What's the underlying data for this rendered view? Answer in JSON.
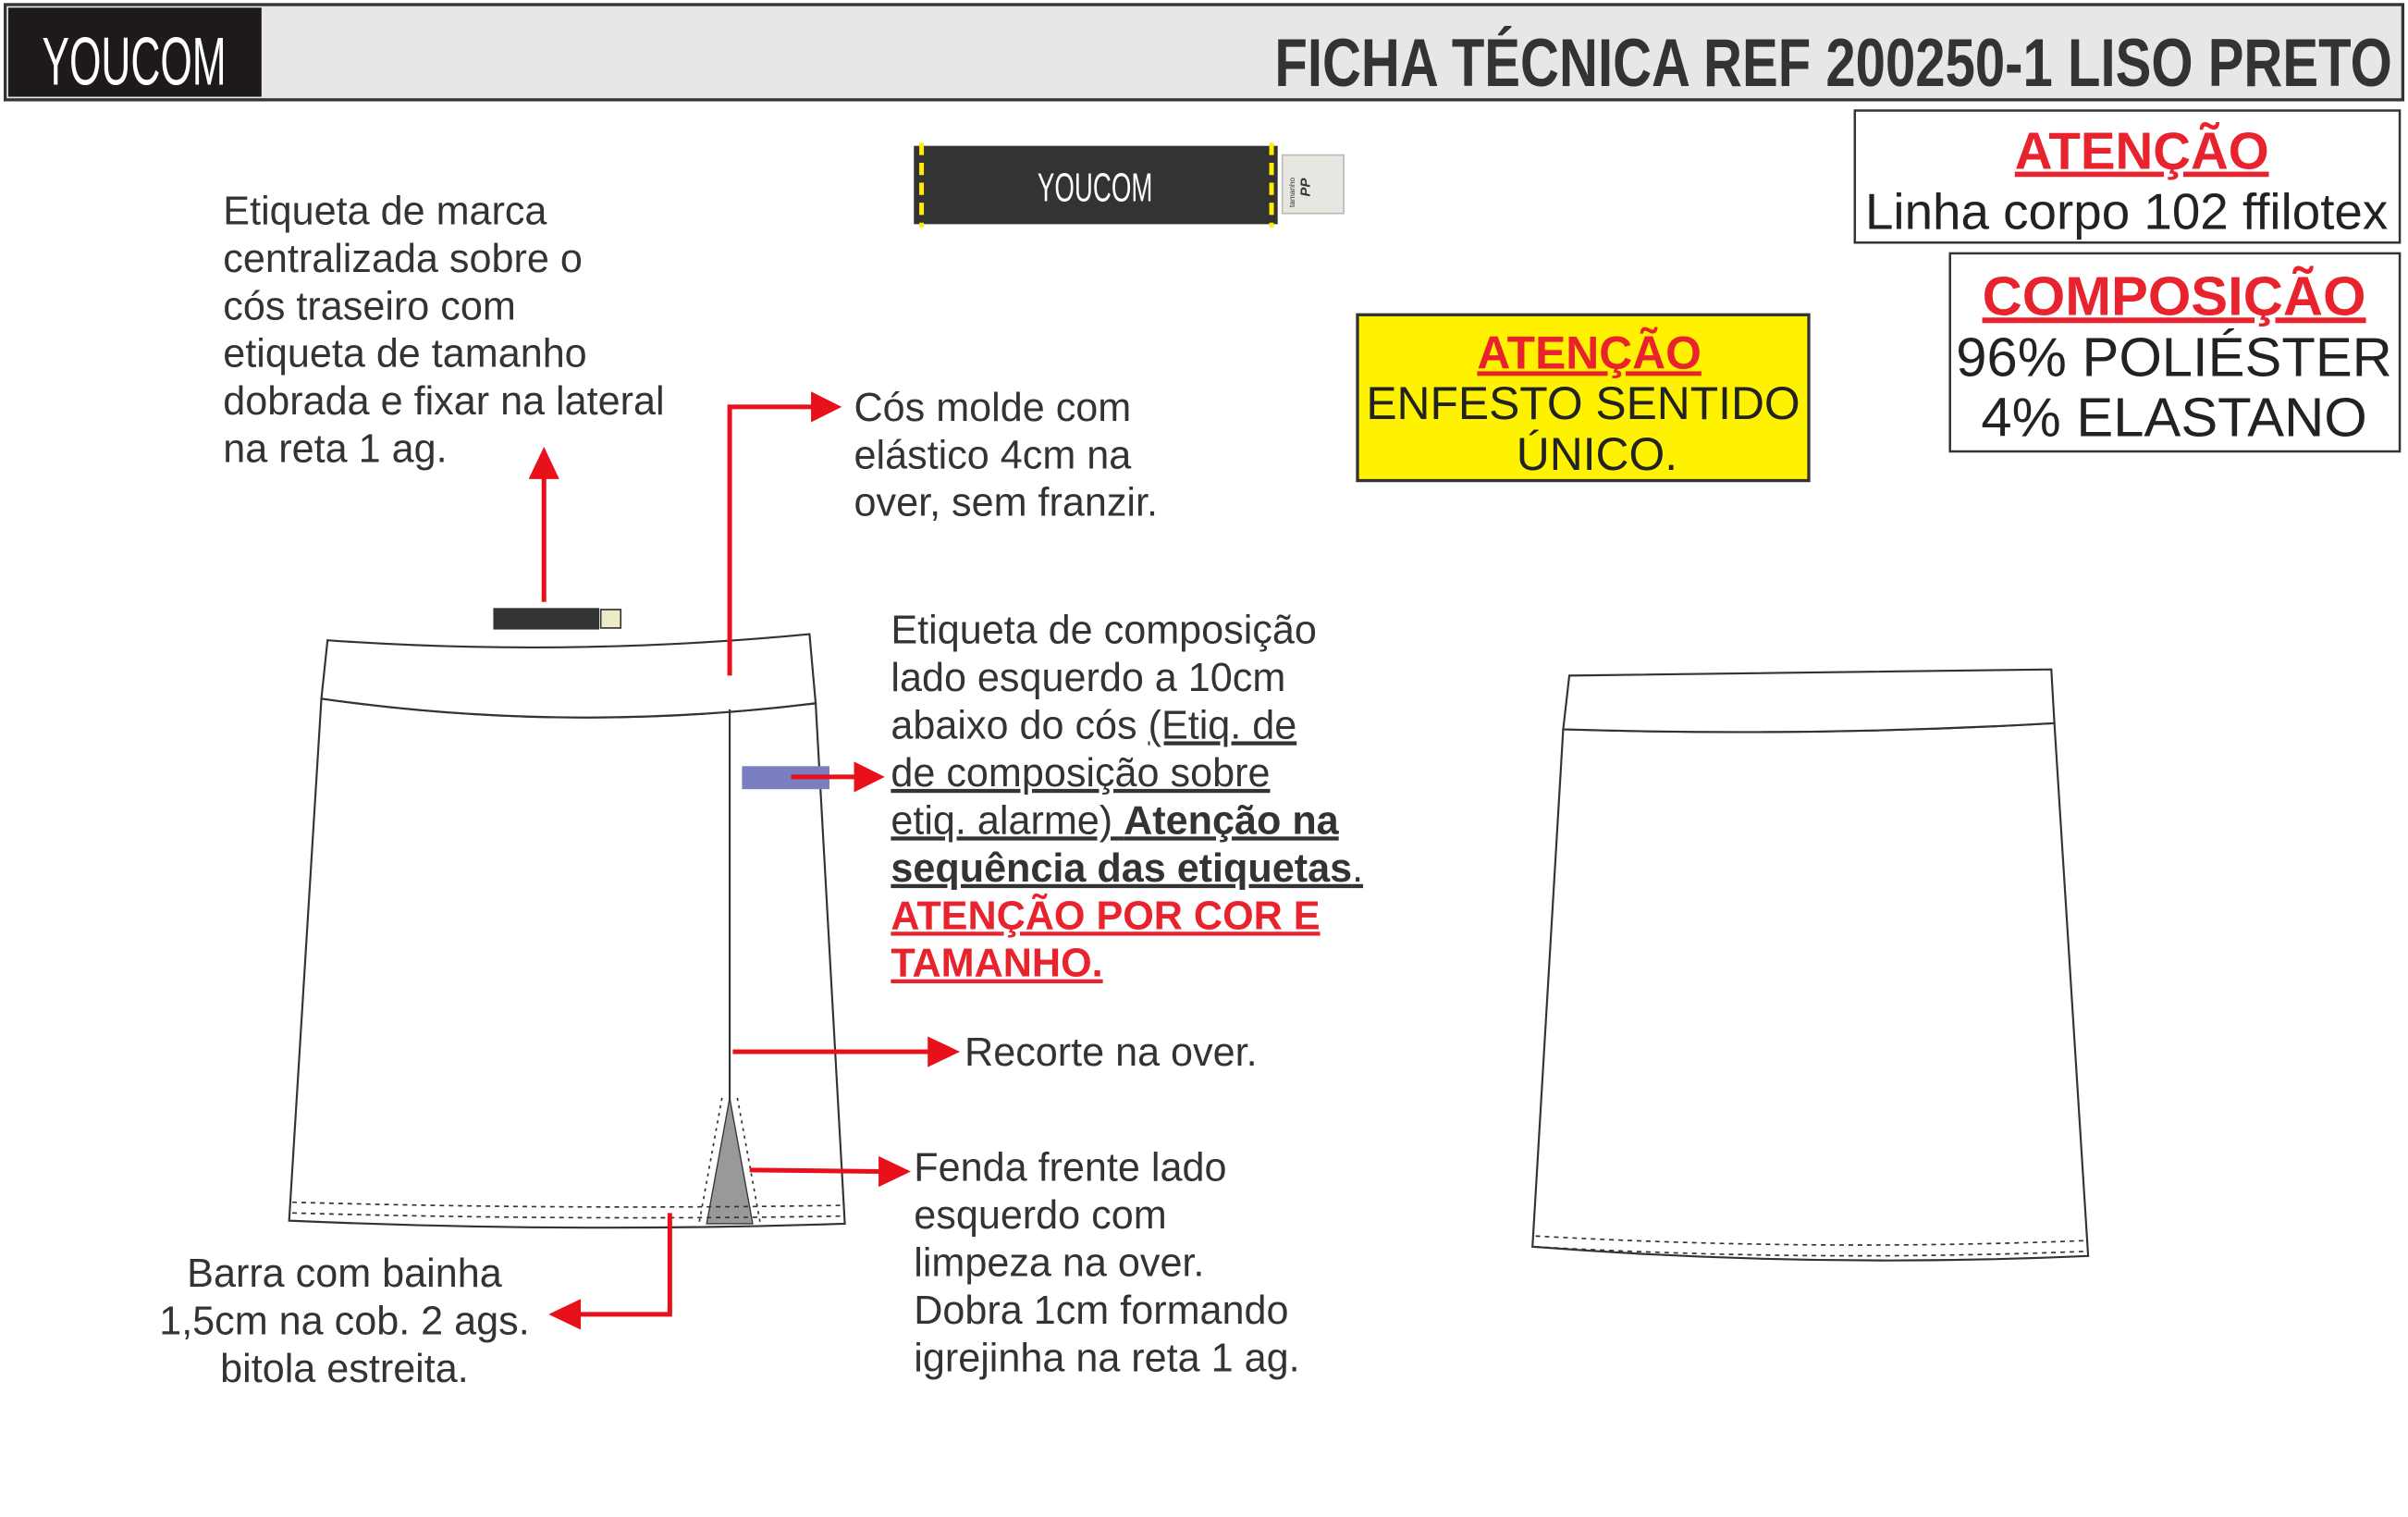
{
  "header": {
    "logo": "YOUCOM",
    "title": "FICHA TÉCNICA REF 200250-1 LISO PRETO"
  },
  "brand_label": {
    "logo": "YOUCOM",
    "size_tag_label": "tamanho",
    "size": "PP"
  },
  "attention_thread": {
    "title": "ATENÇÃO",
    "text": "Linha corpo 102 ffilotex"
  },
  "composition": {
    "title": "COMPOSIÇÃO",
    "lines": [
      "96% POLIÉSTER",
      "4% ELASTANO"
    ]
  },
  "attention_spread": {
    "title": "ATENÇÃO",
    "lines": [
      "ENFESTO SENTIDO",
      "ÚNICO."
    ]
  },
  "notes": {
    "brand_label_note": [
      "Etiqueta de marca",
      "centralizada sobre o",
      "cós traseiro com",
      "etiqueta de tamanho",
      "dobrada e fixar na lateral",
      "na reta 1 ag."
    ],
    "waistband_note": [
      "Cós molde com",
      "elástico 4cm na",
      "over, sem franzir."
    ],
    "composition_label_note": {
      "line1": "Etiqueta de composição",
      "line2": "lado esquerdo a 10cm",
      "line3a": "abaixo do cós ",
      "line3b": "(Etiq. de",
      "line4": "de composição sobre",
      "line5a": "etiq. alarme) ",
      "line5b": "Atenção na",
      "line6": "sequência das etiquetas",
      "line6end": ".",
      "line7": "ATENÇÃO POR COR E",
      "line8": "TAMANHO."
    },
    "cut_note": "Recorte na over.",
    "slit_note": [
      "Fenda frente lado",
      "esquerdo com",
      "limpeza na over.",
      "Dobra 1cm formando",
      "igrejinha na reta 1 ag."
    ],
    "hem_note": [
      "Barra com bainha",
      "1,5cm na cob. 2 ags.",
      "bitola estreita."
    ]
  }
}
